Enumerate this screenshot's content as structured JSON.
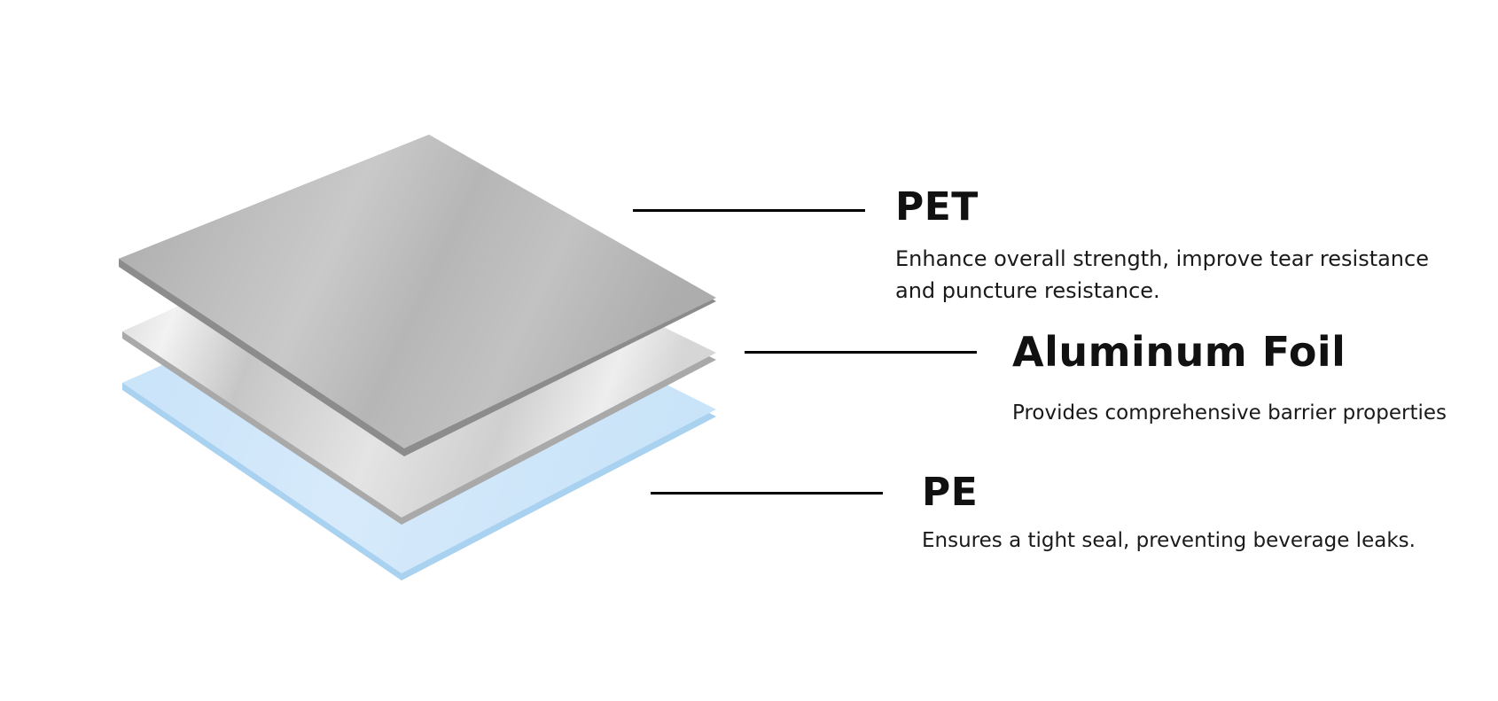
{
  "layers": [
    {
      "id": "pet",
      "title": "PET",
      "description": "Enhance overall strength, improve tear resistance and puncture resistance."
    },
    {
      "id": "aluminum-foil",
      "title": "Aluminum Foil",
      "description": "Provides comprehensive barrier properties"
    },
    {
      "id": "pe",
      "title": "PE",
      "description": "Ensures a tight seal, preventing beverage leaks."
    }
  ],
  "colors": {
    "pet_sheet": "#b5b5b5",
    "aluminum_sheet": "#dcdcdc",
    "pe_sheet": "#cfe7fa",
    "leader_line": "#000000"
  }
}
